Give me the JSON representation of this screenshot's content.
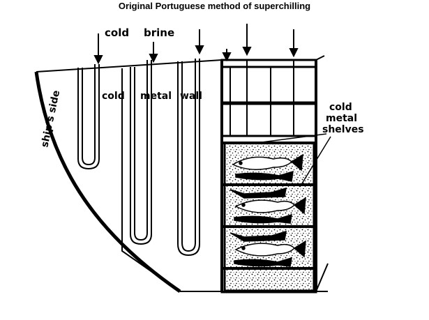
{
  "title": "Original Portuguese method of superchilling",
  "labels": {
    "cold_brine_1": "cold",
    "cold_brine_2": "brine",
    "cold_metal_wall_1": "cold",
    "cold_metal_wall_2": "metal",
    "cold_metal_wall_3": "wall",
    "ships_side": "ship's side",
    "shelves_1": "cold",
    "shelves_2": "metal",
    "shelves_3": "shelves"
  }
}
